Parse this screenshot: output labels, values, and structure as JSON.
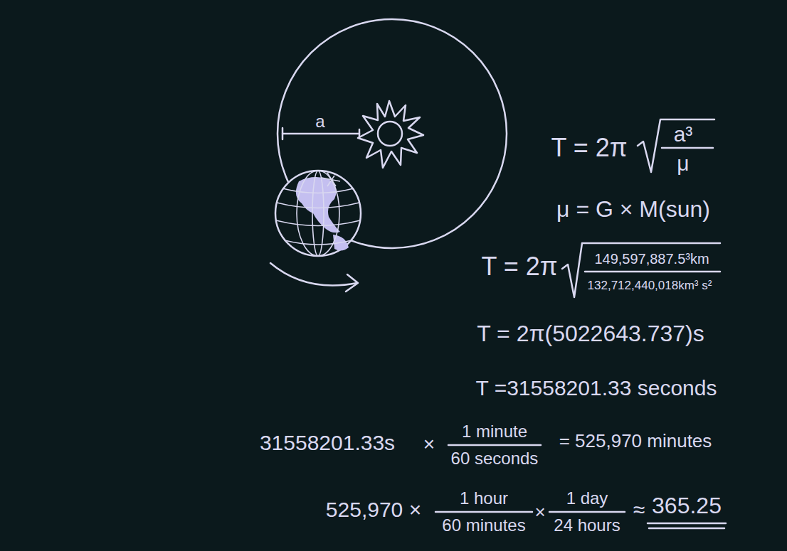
{
  "diagram": {
    "labels": [
      "a",
      "T = 2π",
      "a³",
      "μ",
      "μ = G × M(sun)",
      "T = 2π",
      "149,597,887.5³km",
      "132,712,440,018km³ s²",
      "T = 2π(5022643.737)s",
      "T =31558201.33 seconds",
      "31558201.33s",
      "×",
      "1 minute",
      "60 seconds",
      "= 525,970 minutes",
      "525,970 ×",
      "1 hour",
      "60 minutes",
      "×",
      "1 day",
      "24 hours",
      "≈",
      "365.25"
    ]
  }
}
